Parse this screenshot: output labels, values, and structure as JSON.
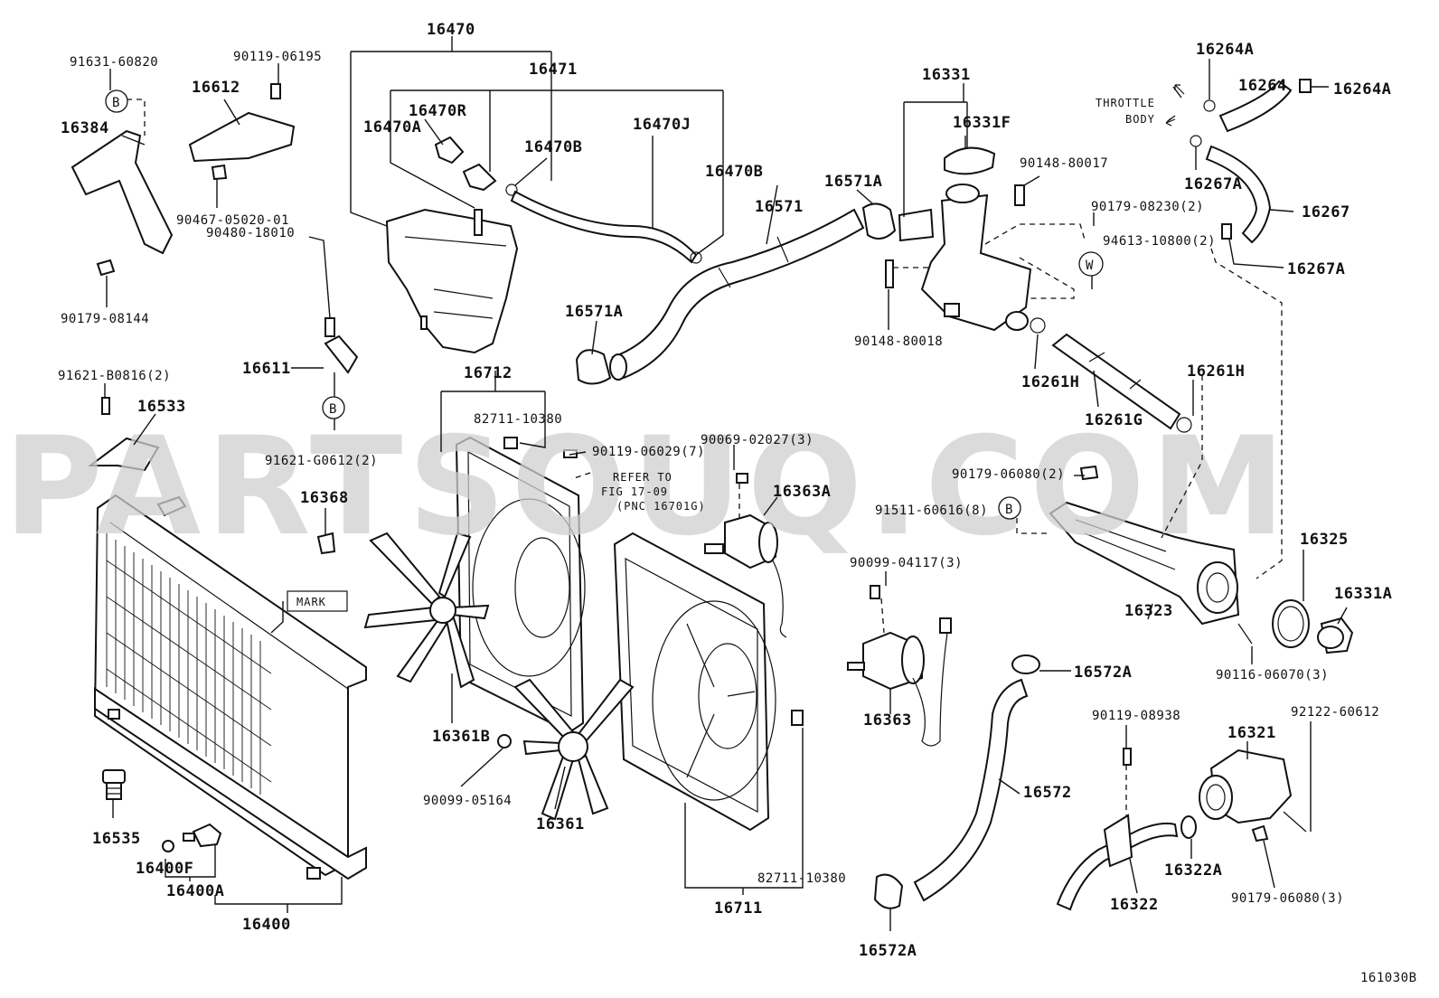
{
  "watermark": "PARTSOUQ.COM",
  "diagram_code": "161030B",
  "notes": {
    "throttle_line1": "THROTTLE",
    "throttle_line2": "BODY",
    "refer_line1": "REFER TO",
    "refer_line2": "FIG 17-09",
    "refer_line3": "(PNC 16701G)",
    "mark": "MARK"
  },
  "callout_letters": {
    "b1": "B",
    "b2": "B",
    "b3": "B",
    "w": "W"
  },
  "parts": {
    "p91631_60820": "91631-60820",
    "p90119_06195": "90119-06195",
    "p16612": "16612",
    "p16384": "16384",
    "p90467_05020_01": "90467-05020-01",
    "p90179_08144": "90179-08144",
    "p90480_18010": "90480-18010",
    "p16611": "16611",
    "p91621_g0612": "91621-G0612(2)",
    "p91621_b0816": "91621-B0816(2)",
    "p16533": "16533",
    "p16368": "16368",
    "p16470": "16470",
    "p16471": "16471",
    "p16470r": "16470R",
    "p16470a": "16470A",
    "p16470b_1": "16470B",
    "p16470j": "16470J",
    "p16470b_2": "16470B",
    "p16571": "16571",
    "p16571a_1": "16571A",
    "p16571a_2": "16571A",
    "p16712": "16712",
    "p82711_10380_1": "82711-10380",
    "p90119_06029": "90119-06029(7)",
    "p90069_02027": "90069-02027(3)",
    "p16363a": "16363A",
    "p16331": "16331",
    "p16331f": "16331F",
    "p90148_80017": "90148-80017",
    "p90148_80018": "90148-80018",
    "p90179_08230": "90179-08230(2)",
    "p94613_10800": "94613-10800(2)",
    "p16261h_1": "16261H",
    "p16261h_2": "16261H",
    "p16261g": "16261G",
    "p16264a_1": "16264A",
    "p16264": "16264",
    "p16264a_2": "16264A",
    "p16267a_1": "16267A",
    "p16267": "16267",
    "p16267a_2": "16267A",
    "p90179_06080_2": "90179-06080(2)",
    "p91511_60616": "91511-60616(8)",
    "p16325": "16325",
    "p16323": "16323",
    "p16331a": "16331A",
    "p90116_06070": "90116-06070(3)",
    "p90099_04117": "90099-04117(3)",
    "p16363": "16363",
    "p16572a_1": "16572A",
    "p16572": "16572",
    "p16572a_2": "16572A",
    "p90119_08938": "90119-08938",
    "p16321": "16321",
    "p92122_60612": "92122-60612",
    "p16322a": "16322A",
    "p16322": "16322",
    "p90179_06080_3": "90179-06080(3)",
    "p16361b": "16361B",
    "p90099_05164": "90099-05164",
    "p16361": "16361",
    "p82711_10380_2": "82711-10380",
    "p16711": "16711",
    "p16535": "16535",
    "p16400f": "16400F",
    "p16400a": "16400A",
    "p16400": "16400"
  }
}
